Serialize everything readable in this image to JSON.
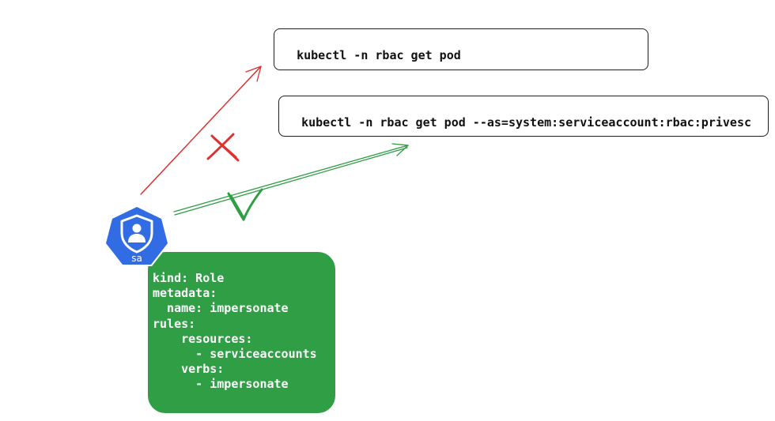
{
  "commands": {
    "denied": "kubectl -n rbac get pod",
    "allowed": "kubectl -n rbac get pod --as=system:serviceaccount:rbac:privesc"
  },
  "service_account_icon": {
    "label": "sa",
    "icon": "kubernetes-serviceaccount-icon",
    "color": "#326ce5"
  },
  "role_yaml": {
    "lines": [
      "kind: Role",
      "metadata:",
      "  name: impersonate",
      "rules:",
      "    resources:",
      "      - serviceaccounts",
      "    verbs:",
      "      - impersonate"
    ],
    "background_color": "#2f9e44"
  },
  "status_marks": {
    "denied_mark": "cross-mark-icon",
    "denied_color": "#e03131",
    "allowed_mark": "check-mark-icon",
    "allowed_color": "#2f9e44"
  }
}
